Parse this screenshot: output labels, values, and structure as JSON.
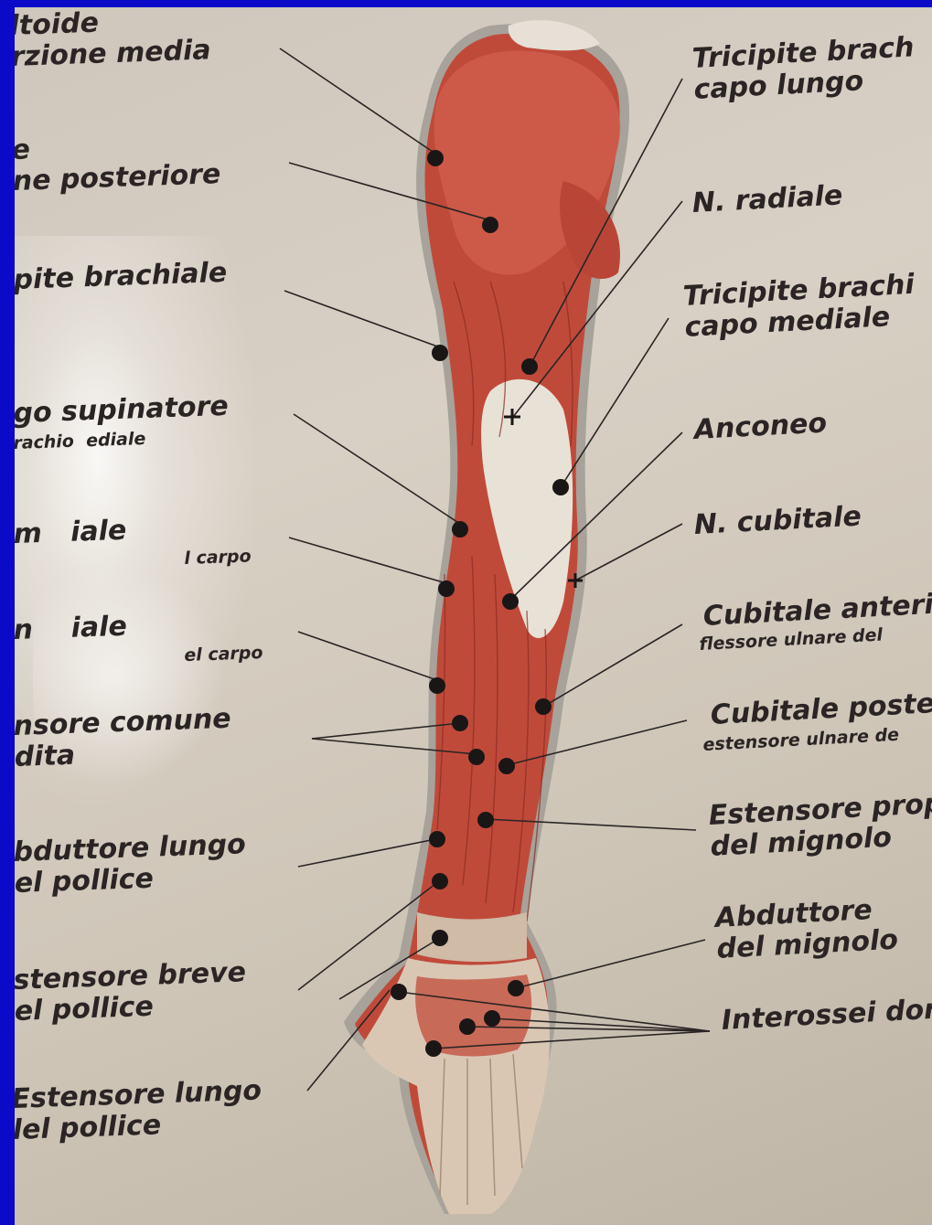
{
  "labels_left": [
    "ltoide\nrzione media",
    "e\nne posteriore",
    "pite brachiale",
    "go supinatore",
    "rachio  ediale",
    "m   iale",
    "l carpo",
    "n    iale",
    "el carpo",
    "nsore comune\ndita",
    "bduttore lungo\nel pollice",
    "stensore breve\nel pollice",
    "Estensore lungo\nlel pollice"
  ],
  "labels_right": [
    "Tricipite brach\ncapo lungo",
    "N. radiale",
    "Tricipite brachi\ncapo mediale",
    "Anconeo",
    "N. cubitale",
    "Cubitale anteri",
    "flessore ulnare del",
    "Cubitale poste",
    "estensore ulnare de",
    "Estensore prop\ndel mignolo",
    "Abduttore\ndel mignolo",
    "Interossei dor"
  ],
  "colors": {
    "background": "#0a0ac8",
    "poster": "#d4ccc0",
    "muscle": "#c04a3a",
    "tendon": "#e8e2d6",
    "text": "#2a2524"
  }
}
